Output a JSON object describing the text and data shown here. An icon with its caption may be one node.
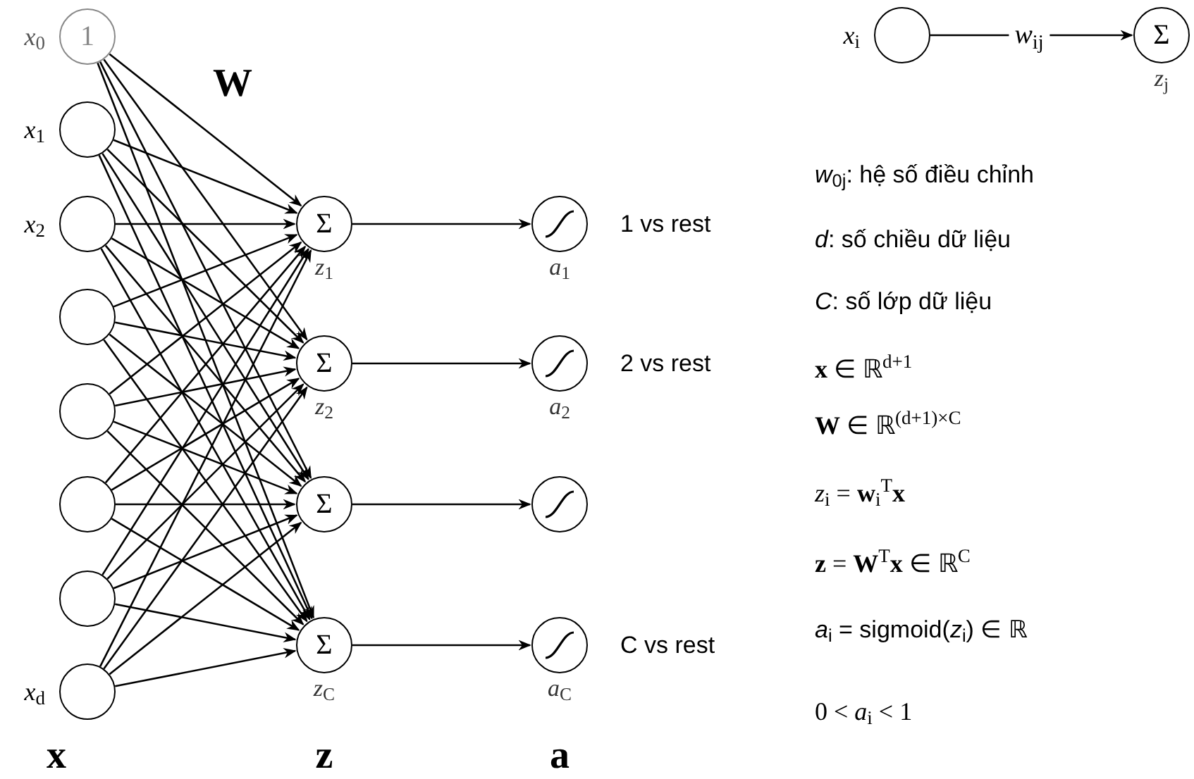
{
  "diagram": {
    "nodes": [
      {
        "text": [
          "1"
        ],
        "beside": [
          "*x*$_{0}$"
        ]
      },
      {
        "text": [],
        "shape": "circle",
        "beside": [
          "*x*$_{1}$"
        ]
      },
      {
        "text": [],
        "shape": "circle",
        "beside": [
          "*x*$_{2}$"
        ]
      },
      {
        "text": [],
        "shape": "circle"
      },
      {
        "text": [],
        "shape": "circle"
      },
      {
        "text": [],
        "shape": "circle"
      },
      {
        "text": [],
        "shape": "circle"
      },
      {
        "text": [],
        "shape": "circle",
        "beside": [
          "*x*$_{d}$"
        ]
      },
      {
        "text": [
          "Σ"
        ],
        "beside": [
          "*z*$_{1}$"
        ]
      },
      {
        "text": [
          "Σ"
        ],
        "beside": [
          "*z*$_{2}$"
        ]
      },
      {
        "text": [
          "Σ"
        ]
      },
      {
        "text": [
          "Σ"
        ],
        "beside": [
          "*z*$_{C}$"
        ]
      },
      {
        "text": [],
        "shape": "circle",
        "beside": [
          "*a*$_{1}$",
          "1 vs rest"
        ]
      },
      {
        "text": [],
        "shape": "circle",
        "beside": [
          "*a*$_{2}$",
          "2 vs rest"
        ]
      },
      {
        "text": [],
        "shape": "circle"
      },
      {
        "text": [],
        "shape": "circle",
        "beside": [
          "*a*$_{C}$",
          "C vs rest"
        ]
      },
      {
        "text": [],
        "shape": "circle",
        "beside": [
          "*x*$_{i}$"
        ]
      },
      {
        "text": [
          "Σ"
        ],
        "beside": [
          "*z*$_{j}$"
        ]
      }
    ],
    "edges": [
      {
        "from": 0,
        "to": 8,
        "arrow": "to"
      },
      {
        "from": 0,
        "to": 9,
        "arrow": "to"
      },
      {
        "from": 0,
        "to": 10,
        "arrow": "to"
      },
      {
        "from": 0,
        "to": 11,
        "arrow": "to"
      },
      {
        "from": 1,
        "to": 8,
        "arrow": "to"
      },
      {
        "from": 1,
        "to": 9,
        "arrow": "to"
      },
      {
        "from": 1,
        "to": 10,
        "arrow": "to"
      },
      {
        "from": 1,
        "to": 11,
        "arrow": "to"
      },
      {
        "from": 2,
        "to": 8,
        "arrow": "to"
      },
      {
        "from": 2,
        "to": 9,
        "arrow": "to"
      },
      {
        "from": 2,
        "to": 10,
        "arrow": "to"
      },
      {
        "from": 2,
        "to": 11,
        "arrow": "to"
      },
      {
        "from": 3,
        "to": 8,
        "arrow": "to"
      },
      {
        "from": 3,
        "to": 9,
        "arrow": "to"
      },
      {
        "from": 3,
        "to": 10,
        "arrow": "to"
      },
      {
        "from": 3,
        "to": 11,
        "arrow": "to"
      },
      {
        "from": 4,
        "to": 8,
        "arrow": "to"
      },
      {
        "from": 4,
        "to": 9,
        "arrow": "to"
      },
      {
        "from": 4,
        "to": 10,
        "arrow": "to"
      },
      {
        "from": 4,
        "to": 11,
        "arrow": "to"
      },
      {
        "from": 5,
        "to": 8,
        "arrow": "to"
      },
      {
        "from": 5,
        "to": 9,
        "arrow": "to"
      },
      {
        "from": 5,
        "to": 10,
        "arrow": "to"
      },
      {
        "from": 5,
        "to": 11,
        "arrow": "to"
      },
      {
        "from": 6,
        "to": 8,
        "arrow": "to"
      },
      {
        "from": 6,
        "to": 9,
        "arrow": "to"
      },
      {
        "from": 6,
        "to": 10,
        "arrow": "to"
      },
      {
        "from": 6,
        "to": 11,
        "arrow": "to"
      },
      {
        "from": 7,
        "to": 8,
        "arrow": "to"
      },
      {
        "from": 7,
        "to": 9,
        "arrow": "to"
      },
      {
        "from": 7,
        "to": 10,
        "arrow": "to"
      },
      {
        "from": 7,
        "to": 11,
        "arrow": "to"
      },
      {
        "from": 8,
        "to": 12,
        "arrow": "to"
      },
      {
        "from": 9,
        "to": 13,
        "arrow": "to"
      },
      {
        "from": 10,
        "to": 14,
        "arrow": "to"
      },
      {
        "from": 11,
        "to": 15,
        "arrow": "to"
      },
      {
        "from": 16,
        "to": 17,
        "arrow": "to",
        "label": "*w*$_{ij}$"
      }
    ],
    "labels": [
      "W",
      "x",
      "z",
      "a",
      "*w*$_{0j}$: hệ số điều chỉnh",
      "*d*: số chiều dữ liệu",
      "*C*: số lớp dữ liệu",
      "**x** ∈ ℝ$^{d+1}$",
      "**W** ∈ ℝ$^{(d+1)×C}$",
      "*z*$_{i}$ = **w**$_{i}$$^{T}$**x**",
      "**z** = **W**$^{T}$**x** ∈ ℝ$^{C}$",
      "*a*$_{i}$ = sigmoid(*z*$_{i}$) ∈ ℝ",
      "0 < *a*$_{i}$ < 1"
    ]
  }
}
